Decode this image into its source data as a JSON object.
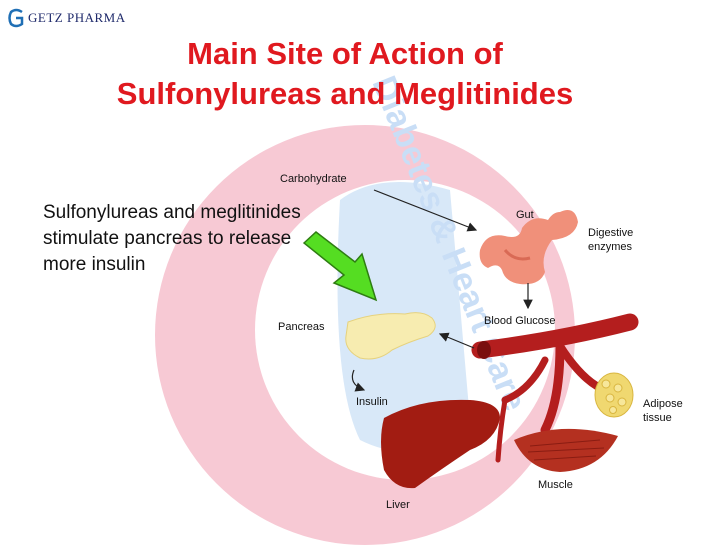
{
  "logo": {
    "text": "GETZ PHARMA",
    "icon": "getz-logo-icon"
  },
  "title": {
    "line1": "Main Site of Action of",
    "line2": "Sulfonylureas and Meglitinides"
  },
  "watermark": {
    "text": "Diabetes & Heart Care"
  },
  "body": {
    "text": "Sulfonylureas and meglitinides stimulate pancreas to release more insulin"
  },
  "labels": {
    "carbohydrate": "Carbohydrate",
    "gut": "Gut",
    "digestive_enzymes_line1": "Digestive",
    "digestive_enzymes_line2": "enzymes",
    "blood_glucose": "Blood Glucose",
    "pancreas": "Pancreas",
    "insulin": "Insulin",
    "adipose_line1": "Adipose",
    "adipose_line2": "tissue",
    "muscle": "Muscle",
    "liver": "Liver"
  },
  "colors": {
    "title": "#e0191f",
    "watermark_pink": "#f7c9d4",
    "watermark_blue": "#d8e8f8",
    "watermark_text": "#c9def6",
    "vessel": "#b41e1e",
    "liver": "#a21c12",
    "gut": "#f0907a",
    "pancreas": "#f7ecb0",
    "adipose": "#f0d870",
    "muscle": "#b43020",
    "drug_arrow": "#55dd22"
  }
}
